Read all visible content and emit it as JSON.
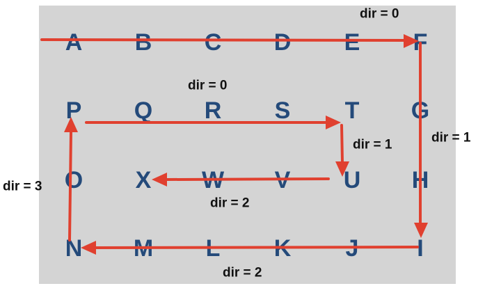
{
  "diagram": {
    "rows": [
      [
        "A",
        "B",
        "C",
        "D",
        "E",
        "F"
      ],
      [
        "P",
        "Q",
        "R",
        "S",
        "T",
        "G"
      ],
      [
        "O",
        "X",
        "W",
        "V",
        "U",
        "H"
      ],
      [
        "N",
        "M",
        "L",
        "K",
        "J",
        "I"
      ]
    ],
    "direction_labels": [
      "dir = 0",
      "dir = 1",
      "dir = 2",
      "dir = 3",
      "dir = 0",
      "dir = 1",
      "dir = 2"
    ],
    "colors": {
      "background_panel": "#d4d4d4",
      "letters": "#244a7a",
      "arrows": "#e0402f",
      "labels": "#111111"
    }
  }
}
